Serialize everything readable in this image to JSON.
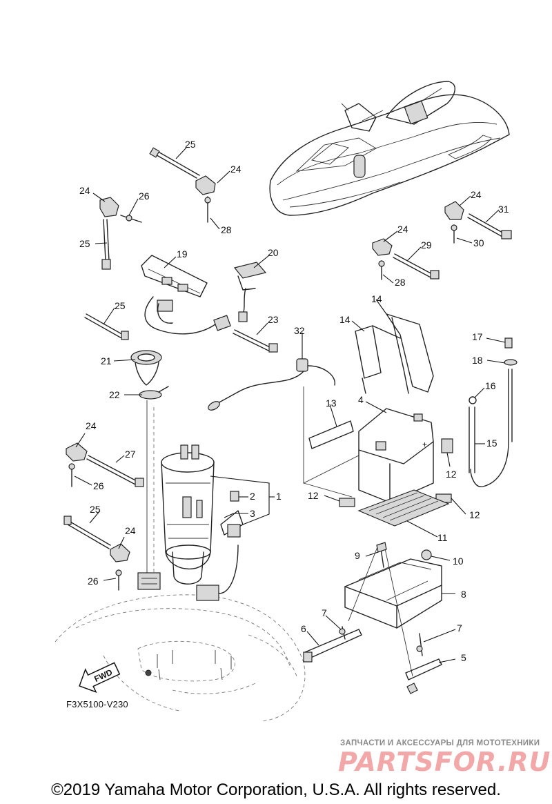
{
  "diagram_code": "F3X5100-V230",
  "fwd_label": "FWD",
  "watermark": {
    "tagline": "ЗАПЧАСТИ И АКСЕССУАРЫ ДЛЯ МОТОТЕХНИКИ",
    "logo": "PARTSFOR.RU"
  },
  "copyright": "©2019 Yamaha Motor Corporation, U.S.A. All rights reserved.",
  "callouts": [
    "25",
    "24",
    "24",
    "26",
    "28",
    "25",
    "19",
    "20",
    "23",
    "25",
    "21",
    "22",
    "32",
    "14",
    "14",
    "24",
    "29",
    "28",
    "24",
    "31",
    "30",
    "17",
    "18",
    "16",
    "15",
    "13",
    "4",
    "12",
    "24",
    "27",
    "26",
    "1",
    "2",
    "3",
    "12",
    "12",
    "11",
    "25",
    "24",
    "26",
    "9",
    "10",
    "8",
    "7",
    "6",
    "7",
    "5"
  ]
}
